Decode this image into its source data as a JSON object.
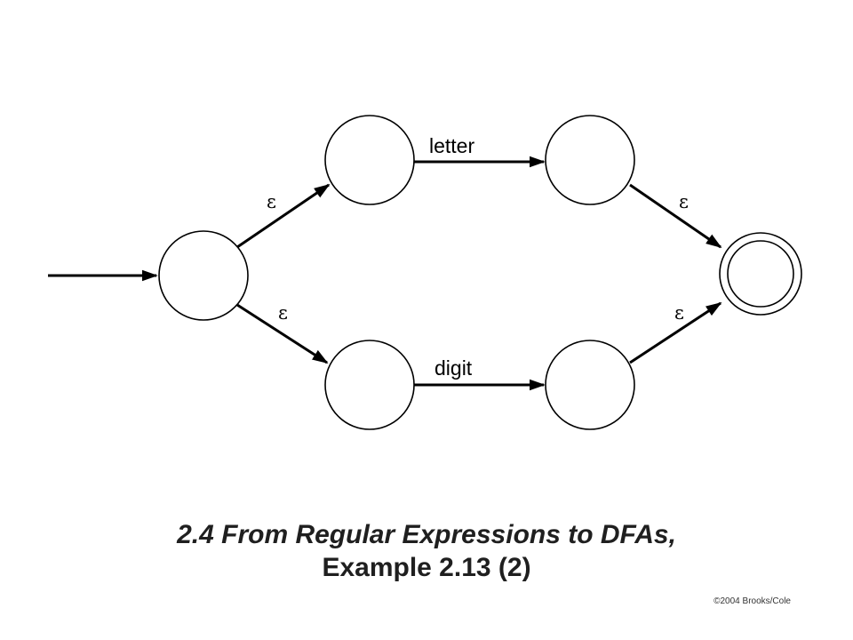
{
  "diagram": {
    "edge_labels": {
      "letter": "letter",
      "digit": "digit",
      "epsilon": "ε"
    }
  },
  "slide": {
    "title_line_1": "2.4  From Regular Expressions to DFAs,",
    "title_line_2": "Example 2.13 (2)",
    "copyright": "©2004 Brooks/Cole"
  }
}
